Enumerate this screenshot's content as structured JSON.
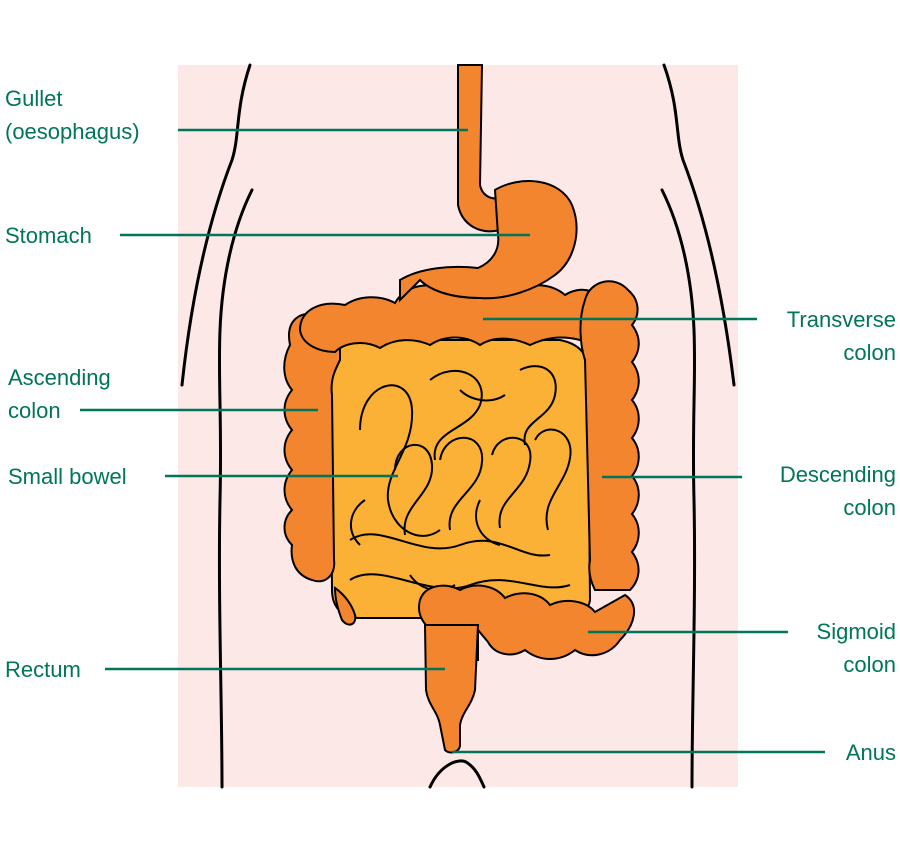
{
  "diagram": {
    "labels": {
      "gullet_line1": "Gullet",
      "gullet_line2": "(oesophagus)",
      "stomach": "Stomach",
      "ascending_line1": "Ascending",
      "ascending_line2": "colon",
      "small_bowel": "Small bowel",
      "rectum": "Rectum",
      "transverse_line1": "Transverse",
      "transverse_line2": "colon",
      "descending_line1": "Descending",
      "descending_line2": "colon",
      "sigmoid_line1": "Sigmoid",
      "sigmoid_line2": "colon",
      "anus": "Anus"
    }
  },
  "colors": {
    "background_panel": "#fce8e6",
    "large_bowel": "#f4852f",
    "small_bowel": "#fbb036",
    "label_text": "#00755a",
    "outline": "#000000"
  }
}
